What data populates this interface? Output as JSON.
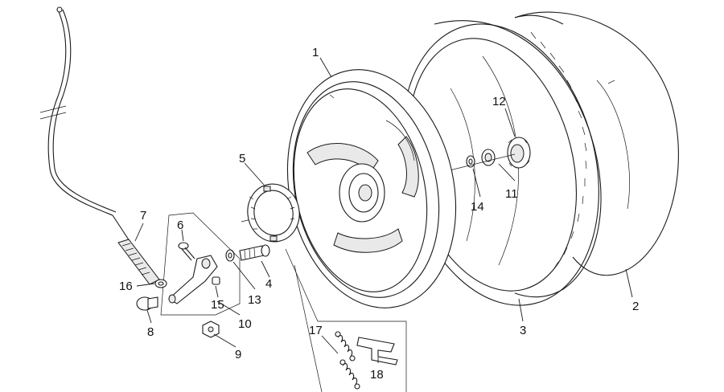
{
  "callouts": [
    {
      "id": "1",
      "label": "1"
    },
    {
      "id": "2",
      "label": "2"
    },
    {
      "id": "3",
      "label": "3"
    },
    {
      "id": "4",
      "label": "4"
    },
    {
      "id": "5",
      "label": "5"
    },
    {
      "id": "6",
      "label": "6"
    },
    {
      "id": "7",
      "label": "7"
    },
    {
      "id": "8",
      "label": "8"
    },
    {
      "id": "9",
      "label": "9"
    },
    {
      "id": "10",
      "label": "10"
    },
    {
      "id": "11",
      "label": "11"
    },
    {
      "id": "12",
      "label": "12"
    },
    {
      "id": "13",
      "label": "13"
    },
    {
      "id": "14",
      "label": "14"
    },
    {
      "id": "15",
      "label": "15"
    },
    {
      "id": "16",
      "label": "16"
    },
    {
      "id": "17",
      "label": "17"
    },
    {
      "id": "18",
      "label": "18"
    }
  ],
  "colors": {
    "line": "#1a1a1a",
    "background": "#ffffff"
  }
}
